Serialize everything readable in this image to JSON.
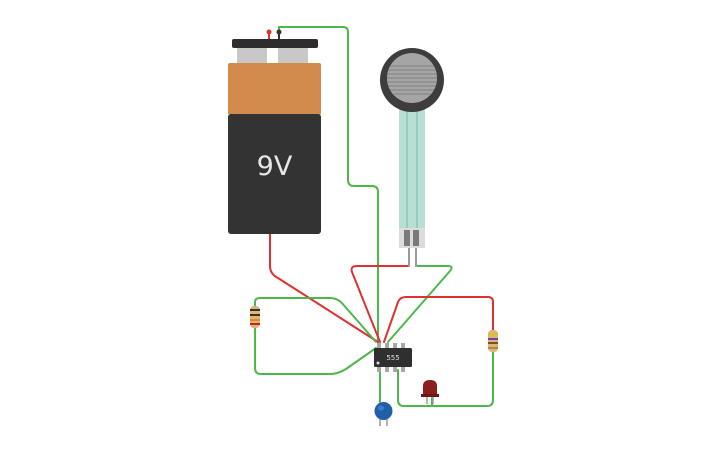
{
  "battery": {
    "voltage_label": "9V"
  },
  "chip": {
    "label": "555"
  },
  "colors": {
    "wire_red": "#e03131",
    "wire_green": "#4cb84c",
    "battery_top": "#d38b4d",
    "battery_body": "#333333",
    "sensor_strip": "#b9dfd4",
    "capacitor": "#1f5fa8",
    "led": "#8a1f1f"
  },
  "components": [
    {
      "name": "battery-9v",
      "icon": "battery-icon"
    },
    {
      "name": "force-sensor",
      "icon": "fsr-icon"
    },
    {
      "name": "timer-ic",
      "icon": "ic-chip-icon"
    },
    {
      "name": "resistor-left",
      "icon": "resistor-icon"
    },
    {
      "name": "resistor-right",
      "icon": "resistor-icon"
    },
    {
      "name": "capacitor",
      "icon": "capacitor-icon"
    },
    {
      "name": "led",
      "icon": "led-icon"
    }
  ]
}
